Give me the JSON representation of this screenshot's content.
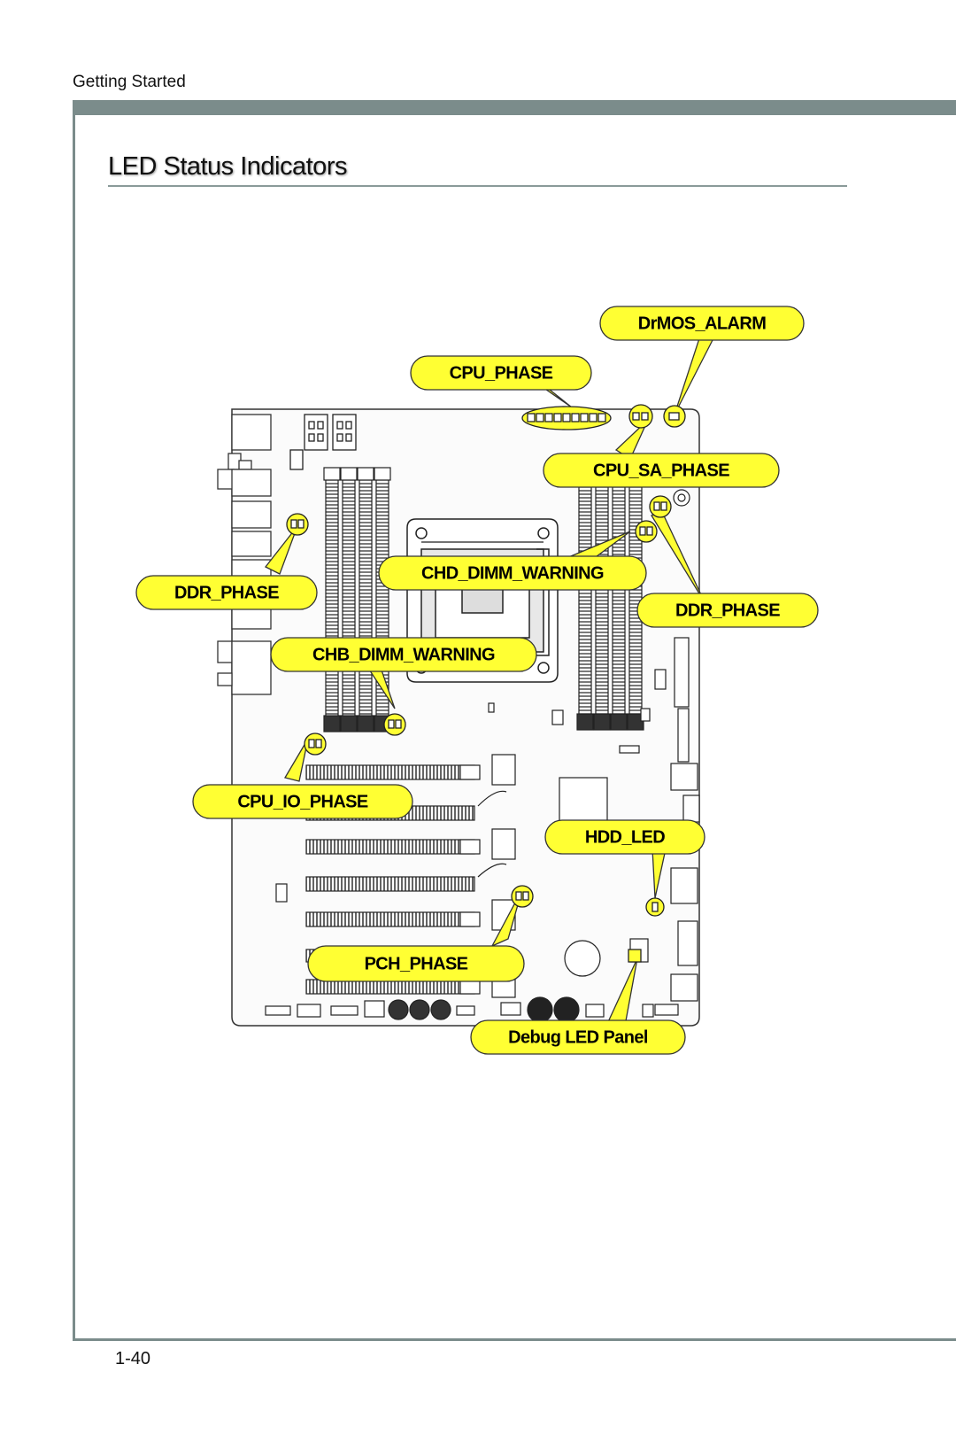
{
  "header": {
    "section": "Getting Started"
  },
  "page": {
    "title": "LED Status Indicators",
    "number": "1-40"
  },
  "callouts": {
    "drmos_alarm": "DrMOS_ALARM",
    "cpu_phase": "CPU_PHASE",
    "cpu_sa_phase": "CPU_SA_PHASE",
    "ddr_phase_left": "DDR_PHASE",
    "chd_dimm_warning": "CHD_DIMM_WARNING",
    "ddr_phase_right": "DDR_PHASE",
    "chb_dimm_warning": "CHB_DIMM_WARNING",
    "cpu_io_phase": "CPU_IO_PHASE",
    "hdd_led": "HDD_LED",
    "pch_phase": "PCH_PHASE",
    "debug_led_panel": "Debug LED Panel"
  },
  "colors": {
    "callout_fill": "#ffff33",
    "accent_bar": "#7b8c8b"
  }
}
